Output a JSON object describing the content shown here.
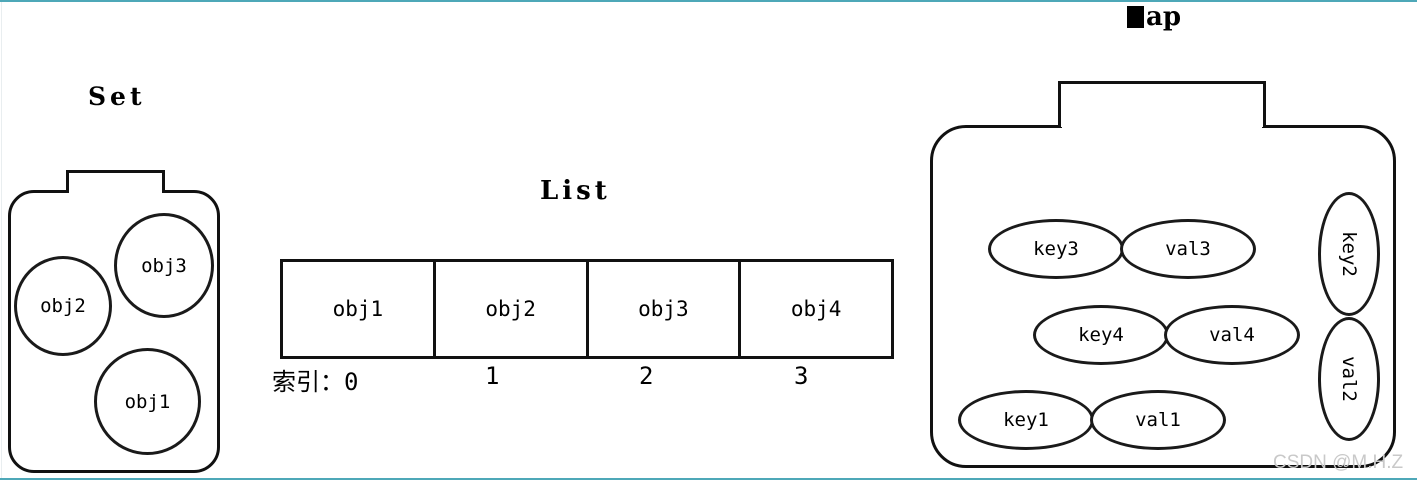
{
  "theme": {
    "background": "#ffffff",
    "stroke": "#111111",
    "text": "#000000",
    "rule_color": "#4ea8b8",
    "watermark_color": "#c9c9c9"
  },
  "rules": {
    "top_label": "top-divider",
    "bottom_label": "bottom-divider"
  },
  "set": {
    "title": "Set",
    "items": [
      {
        "label": "obj2"
      },
      {
        "label": "obj3"
      },
      {
        "label": "obj1"
      }
    ]
  },
  "list": {
    "title": "List",
    "cells": [
      {
        "label": "obj1"
      },
      {
        "label": "obj2"
      },
      {
        "label": "obj3"
      },
      {
        "label": "obj4"
      }
    ],
    "indices": [
      {
        "label": "索引：0"
      },
      {
        "label": "1"
      },
      {
        "label": "2"
      },
      {
        "label": "3"
      }
    ]
  },
  "map": {
    "title_glyph": "■",
    "title_rest": "ap",
    "title_text": "Map",
    "entries": [
      {
        "key": "key3",
        "value": "val3"
      },
      {
        "key": "key4",
        "value": "val4"
      },
      {
        "key": "key1",
        "value": "val1"
      },
      {
        "key": "key2",
        "value": "val2"
      }
    ]
  },
  "watermark": {
    "text": "CSDN @M.H.Z"
  }
}
